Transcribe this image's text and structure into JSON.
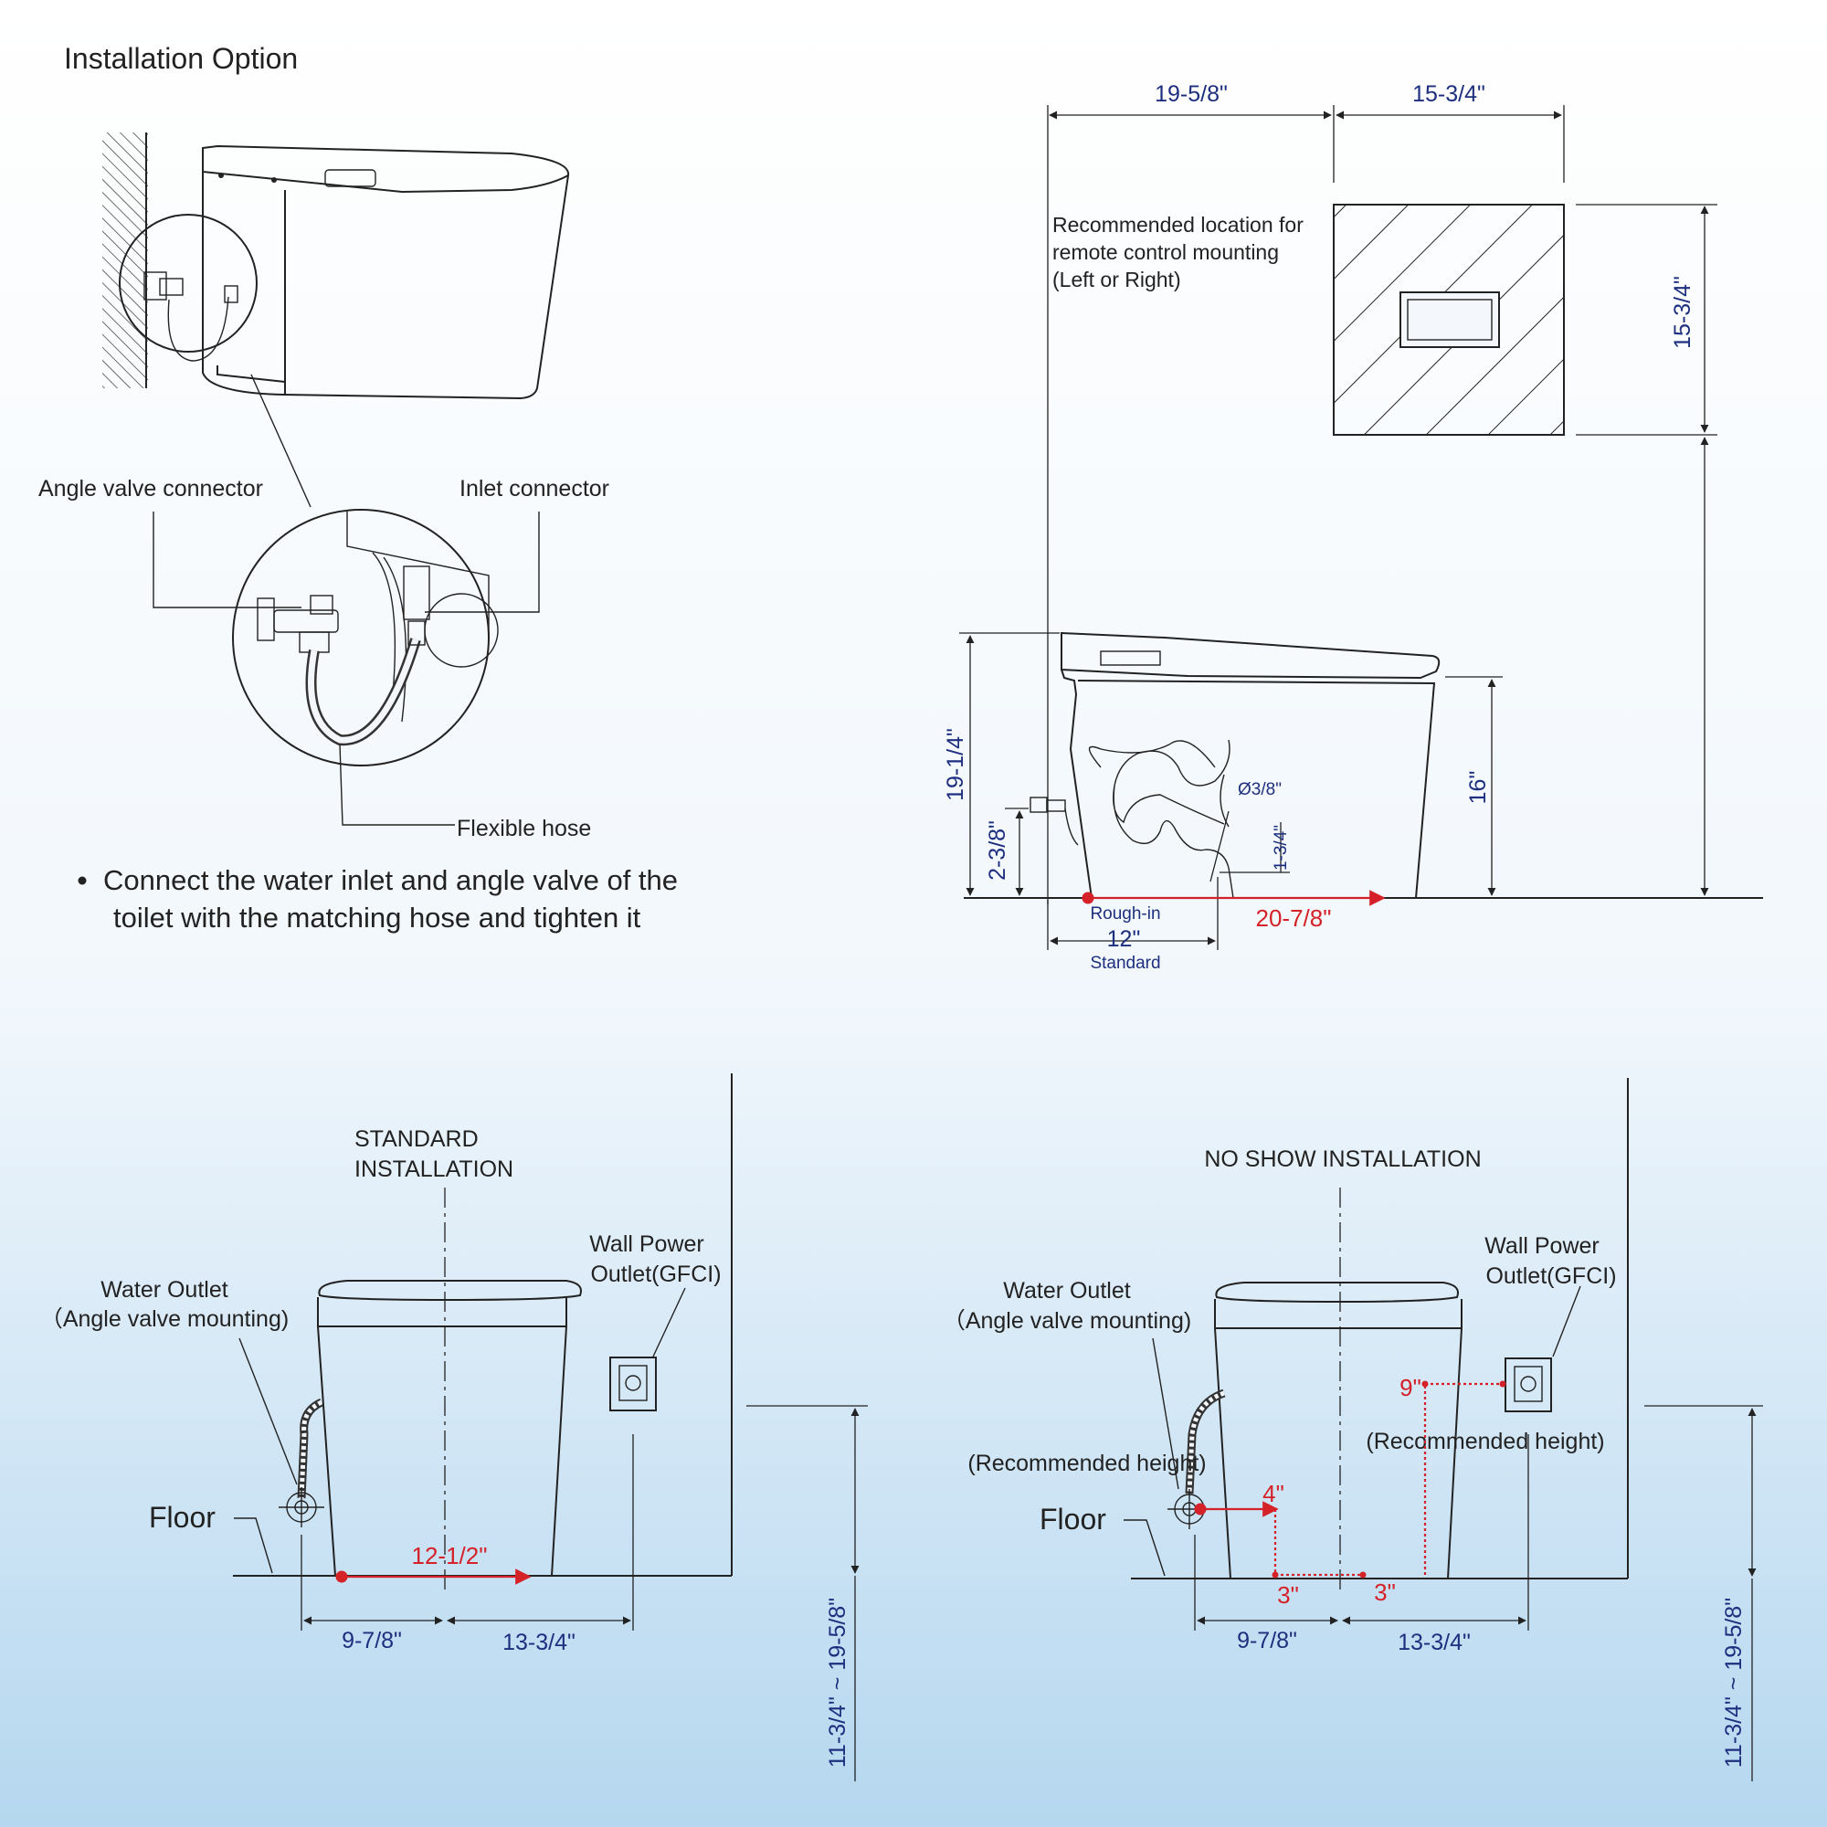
{
  "header": {
    "title": "Installation Option"
  },
  "install_option": {
    "callouts": {
      "angle_valve": "Angle valve connector",
      "inlet": "Inlet connector",
      "hose": "Flexible hose"
    },
    "instruction_line1": "Connect the water inlet and angle valve of the",
    "instruction_line2": "toilet with the matching hose and tighten it"
  },
  "side_view": {
    "top_width_left": "19-5/8\"",
    "top_width_right": "15-3/4\"",
    "remote_height": "15-3/4\"",
    "remote_note_line1": "Recommended location for",
    "remote_note_line2": "remote control mounting",
    "remote_note_line3": "(Left or Right)",
    "overall_height": "19-1/4\"",
    "inlet_height": "2-3/8\"",
    "seat_height": "16\"",
    "inlet_diameter": "Ø3/8\"",
    "trap_offset": "1-3/4\"",
    "rough_in_label": "Rough-in",
    "rough_in_value": "12\"",
    "rough_in_standard": "Standard",
    "depth": "20-7/8\""
  },
  "standard_install": {
    "title_line1": "STANDARD",
    "title_line2": "INSTALLATION",
    "water_outlet_line1": "Water Outlet",
    "water_outlet_line2": "（Angle valve mounting)",
    "power_line1": "Wall Power",
    "power_line2": "Outlet(GFCI)",
    "floor": "Floor",
    "center_to_inlet": "12-1/2\"",
    "left_offset": "9-7/8\"",
    "right_offset": "13-3/4\"",
    "outlet_height": "11-3/4\" ~ 19-5/8\""
  },
  "no_show_install": {
    "title": "NO SHOW INSTALLATION",
    "water_outlet_line1": "Water Outlet",
    "water_outlet_line2": "（Angle valve mounting)",
    "power_line1": "Wall Power",
    "power_line2": "Outlet(GFCI)",
    "recommended_left": "(Recommended height)",
    "recommended_right": "(Recommended height)",
    "floor": "Floor",
    "valve_height": "4\"",
    "power_height": "9\"",
    "left_gap": "3\"",
    "right_gap": "3\"",
    "left_offset": "9-7/8\"",
    "right_offset": "13-3/4\"",
    "outlet_height": "11-3/4\" ~ 19-5/8\""
  }
}
